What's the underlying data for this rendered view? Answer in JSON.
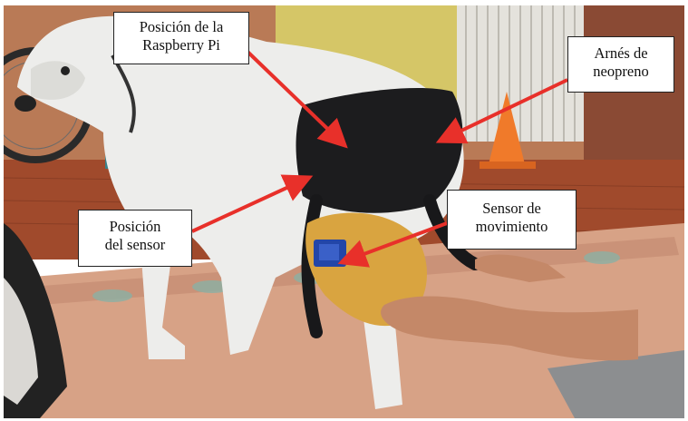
{
  "callouts": {
    "raspberry_pi": {
      "line1": "Posición de la",
      "line2": "Raspberry Pi"
    },
    "arnes": {
      "line1": "Arnés de",
      "line2": "neopreno"
    },
    "posicion_sensor": {
      "line1": "Posición",
      "line2": "del sensor"
    },
    "sensor_movimiento": {
      "line1": "Sensor de",
      "line2": "movimiento"
    }
  },
  "colors": {
    "arrow": "#e8302a",
    "wall": "#c98a62",
    "floor": "#a84a2a",
    "rug": "#d9a78a",
    "dog": "#ededeb",
    "harness": "#1c1c1e",
    "sensor_case": "#d9a440",
    "sensor_box": "#2346a8",
    "cone": "#f07a2a"
  }
}
